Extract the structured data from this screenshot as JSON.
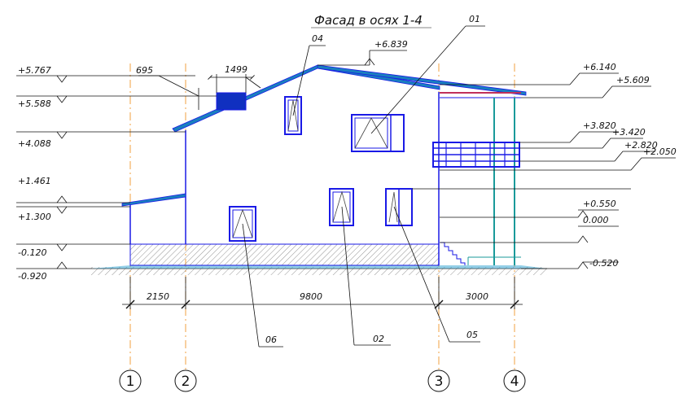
{
  "title": "Фасад в осях 1-4",
  "levels_left": [
    "+5.767",
    "+5.588",
    "+4.088",
    "+1.461",
    "+1.300",
    "-0.120",
    "-0.920"
  ],
  "levels_right": [
    "+6.140",
    "+5.609",
    "+3.820",
    "+3.420",
    "+2.820",
    "+2.050",
    "+0.550",
    "0.000",
    "-0.520"
  ],
  "level_top": "+6.839",
  "dims_top": [
    "695",
    "1499"
  ],
  "dims_bottom": [
    "2150",
    "9800",
    "3000"
  ],
  "callouts": [
    "01",
    "02",
    "04",
    "05",
    "06"
  ],
  "axes": [
    "1",
    "2",
    "3",
    "4"
  ],
  "colors": {
    "outline": "#1a1ae6",
    "roof": "#1a7fbf",
    "axis_line": "#f0a040",
    "plinth_fill": "#c8c8c8",
    "balcony_post": "#1a9a9a",
    "roof_edge": "#c0305a",
    "ground": "#555555"
  }
}
